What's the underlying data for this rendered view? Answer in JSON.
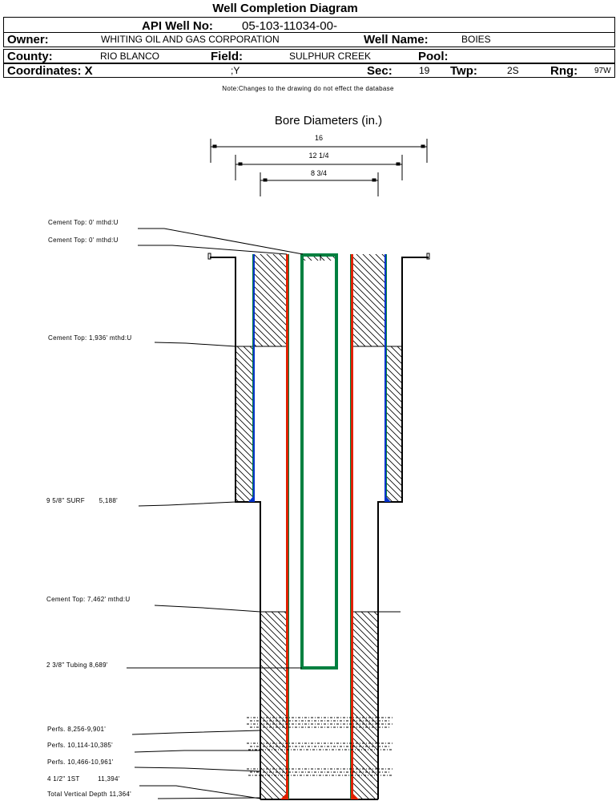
{
  "title": "Well Completion Diagram",
  "header": {
    "api_label": "API Well No:",
    "api_value": "05-103-11034-00-",
    "owner_label": "Owner:",
    "owner_value": "WHITING OIL AND GAS CORPORATION",
    "well_name_label": "Well Name:",
    "well_name_value": "BOIES",
    "county_label": "County:",
    "county_value": "RIO BLANCO",
    "field_label": "Field:",
    "field_value": "SULPHUR CREEK",
    "pool_label": "Pool:",
    "pool_value": "",
    "coord_label": "Coordinates: X",
    "coord_y": ";Y",
    "sec_label": "Sec:",
    "sec_value": "19",
    "twp_label": "Twp:",
    "twp_value": "2S",
    "rng_label": "Rng:",
    "rng_value": "97W"
  },
  "note": "Note:Changes to the drawing do not effect the database",
  "bore": {
    "title": "Bore Diameters (in.)",
    "diameters": [
      "16",
      "12 1/4",
      "8 3/4"
    ]
  },
  "callouts": [
    "Cement Top: 0' mthd:U",
    "Cement Top: 0' mthd:U",
    "Cement Top: 1,936' mthd:U",
    "9 5/8\" SURF       5,188'",
    "Cement Top: 7,462' mthd:U",
    "2 3/8\" Tubing 8,689'",
    "Perfs. 8,256-9,901'",
    "Perfs. 10,114-10,385'",
    "Perfs. 10,466-10,961'",
    "4 1/2\" 1ST         11,394'",
    "Total Vertical Depth 11,364'"
  ],
  "colors": {
    "casing_surface": "#0033cc",
    "casing_production": "#e02000",
    "tubing": "#008040",
    "production_outline": "#8b4513"
  }
}
